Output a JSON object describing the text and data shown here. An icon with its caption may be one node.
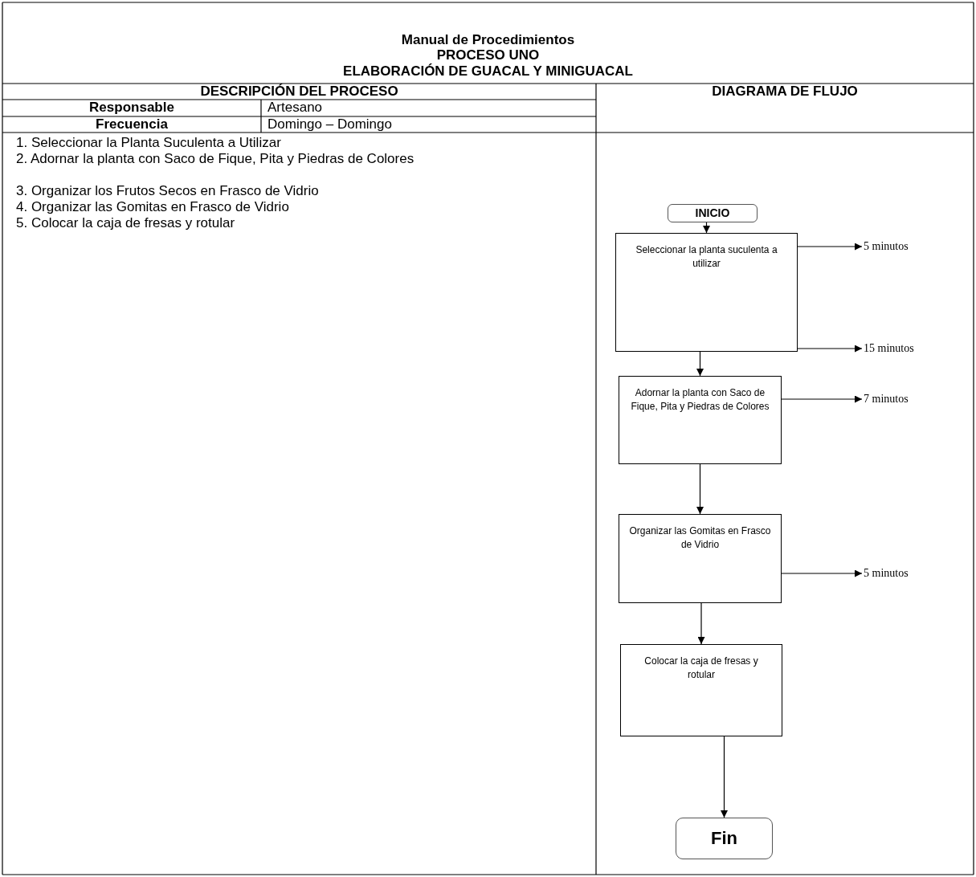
{
  "diagram": {
    "title": "Manual de Procedimientos",
    "nodes": [
      {
        "text": [
          "INICIO"
        ]
      },
      {
        "text": [
          "Seleccionar la planta suculenta a utilizar"
        ]
      },
      {
        "text": [
          "5 minutos"
        ]
      },
      {
        "text": [
          "15 minutos"
        ]
      },
      {
        "text": [
          "Adornar la planta con Saco de Fique, Pita y Piedras de Colores"
        ]
      },
      {
        "text": [
          "7 minutos"
        ]
      },
      {
        "text": [
          "Organizar las Gomitas en Frasco de Vidrio"
        ]
      },
      {
        "text": [
          "5 minutos"
        ]
      },
      {
        "text": [
          "Colocar la caja de fresas y rotular"
        ]
      },
      {
        "text": [
          "Fin"
        ]
      }
    ],
    "edges": [
      {
        "from": 0,
        "to": 1,
        "arrow": "to"
      },
      {
        "from": 1,
        "to": 2,
        "arrow": "to"
      },
      {
        "from": 1,
        "to": 3,
        "arrow": "to"
      },
      {
        "from": 1,
        "to": 4,
        "arrow": "to"
      },
      {
        "from": 4,
        "to": 5,
        "arrow": "to"
      },
      {
        "from": 4,
        "to": 6,
        "arrow": "to"
      },
      {
        "from": 6,
        "to": 7,
        "arrow": "to"
      },
      {
        "from": 6,
        "to": 8,
        "arrow": "to"
      },
      {
        "from": 8,
        "to": 9,
        "arrow": "to"
      }
    ],
    "labels": [
      "PROCESO UNO",
      "ELABORACIÓN DE GUACAL Y MINIGUACAL",
      "DESCRIPCIÓN DEL PROCESO",
      "DIAGRAMA DE FLUJO",
      "Responsable",
      "Artesano",
      "Frecuencia",
      "Domingo – Domingo",
      "1. Seleccionar la Planta Suculenta a Utilizar",
      "2. Adornar la planta con Saco de Fique, Pita y Piedras de Colores",
      "3. Organizar los Frutos Secos en Frasco de Vidrio",
      "4. Organizar las Gomitas en Frasco de Vidrio",
      "5. Colocar la caja de fresas y rotular"
    ]
  }
}
